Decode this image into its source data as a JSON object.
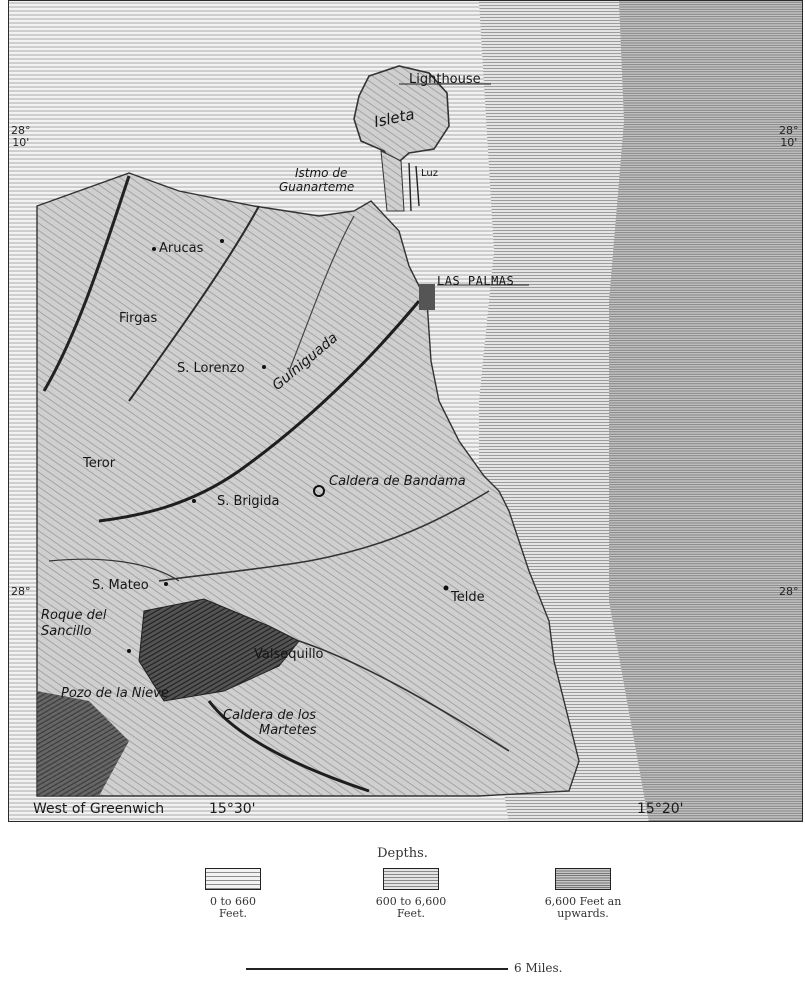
{
  "map": {
    "places": {
      "lighthouse": "Lighthouse",
      "isleta": "Isleta",
      "istmo": "Istmo de",
      "guanarteme": "Guanarteme",
      "luz": "Luz",
      "las_palmas": "LAS PALMAS",
      "arucas": "Arucas",
      "firgas": "Firgas",
      "s_lorenzo": "S. Lorenzo",
      "guiniguada": "Guiniguada",
      "teror": "Teror",
      "caldera_bandama": "Caldera de Bandama",
      "s_brigida": "S. Brigida",
      "s_mateo": "S. Mateo",
      "telde": "Telde",
      "roque_del": "Roque del",
      "sancillo": "Sancillo",
      "valsequillo": "Valsequillo",
      "pozo": "Pozo de la Nieve",
      "caldera_1": "Caldera de los",
      "caldera_2": "Martetes"
    },
    "coords": {
      "left_top_deg": "28°",
      "left_top_min": "10'",
      "right_top_deg": "28°",
      "right_top_min": "10'",
      "left_mid": "28°",
      "right_mid": "28°"
    },
    "bottom": {
      "west": "West of Greenwich",
      "lon1": "15°30'",
      "lon2": "15°20'"
    }
  },
  "legend": {
    "title": "Depths.",
    "items": [
      {
        "line1": "0 to 660",
        "line2": "Feet."
      },
      {
        "line1": "600 to 6,600",
        "line2": "Feet."
      },
      {
        "line1": "6,600 Feet an",
        "line2": "upwards."
      }
    ]
  },
  "scale": {
    "label": "6 Miles."
  },
  "colors": {
    "land": "#c9c9c9",
    "mountain": "#5a5a5a",
    "shallow": "#ececec",
    "mid": "#d8d8d8",
    "deep": "#b9b9b9",
    "ink": "#1e1e1e"
  }
}
